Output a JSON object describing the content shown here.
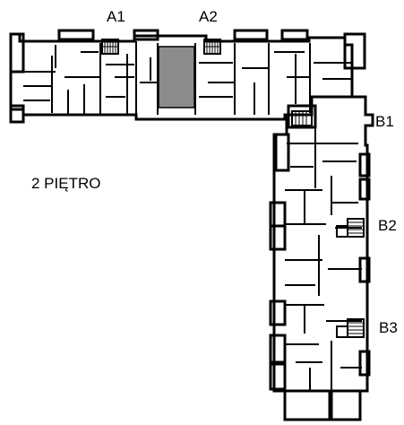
{
  "labels": {
    "a1": "A1",
    "a2": "A2",
    "b1": "B1",
    "b2": "B2",
    "b3": "B3",
    "floor": "2 PIĘTRO"
  },
  "highlight": {
    "unit": "selected-apartment",
    "fill": "#8c8c8c"
  },
  "colors": {
    "wall": "#000000",
    "background": "#ffffff",
    "highlight": "#8c8c8c"
  }
}
